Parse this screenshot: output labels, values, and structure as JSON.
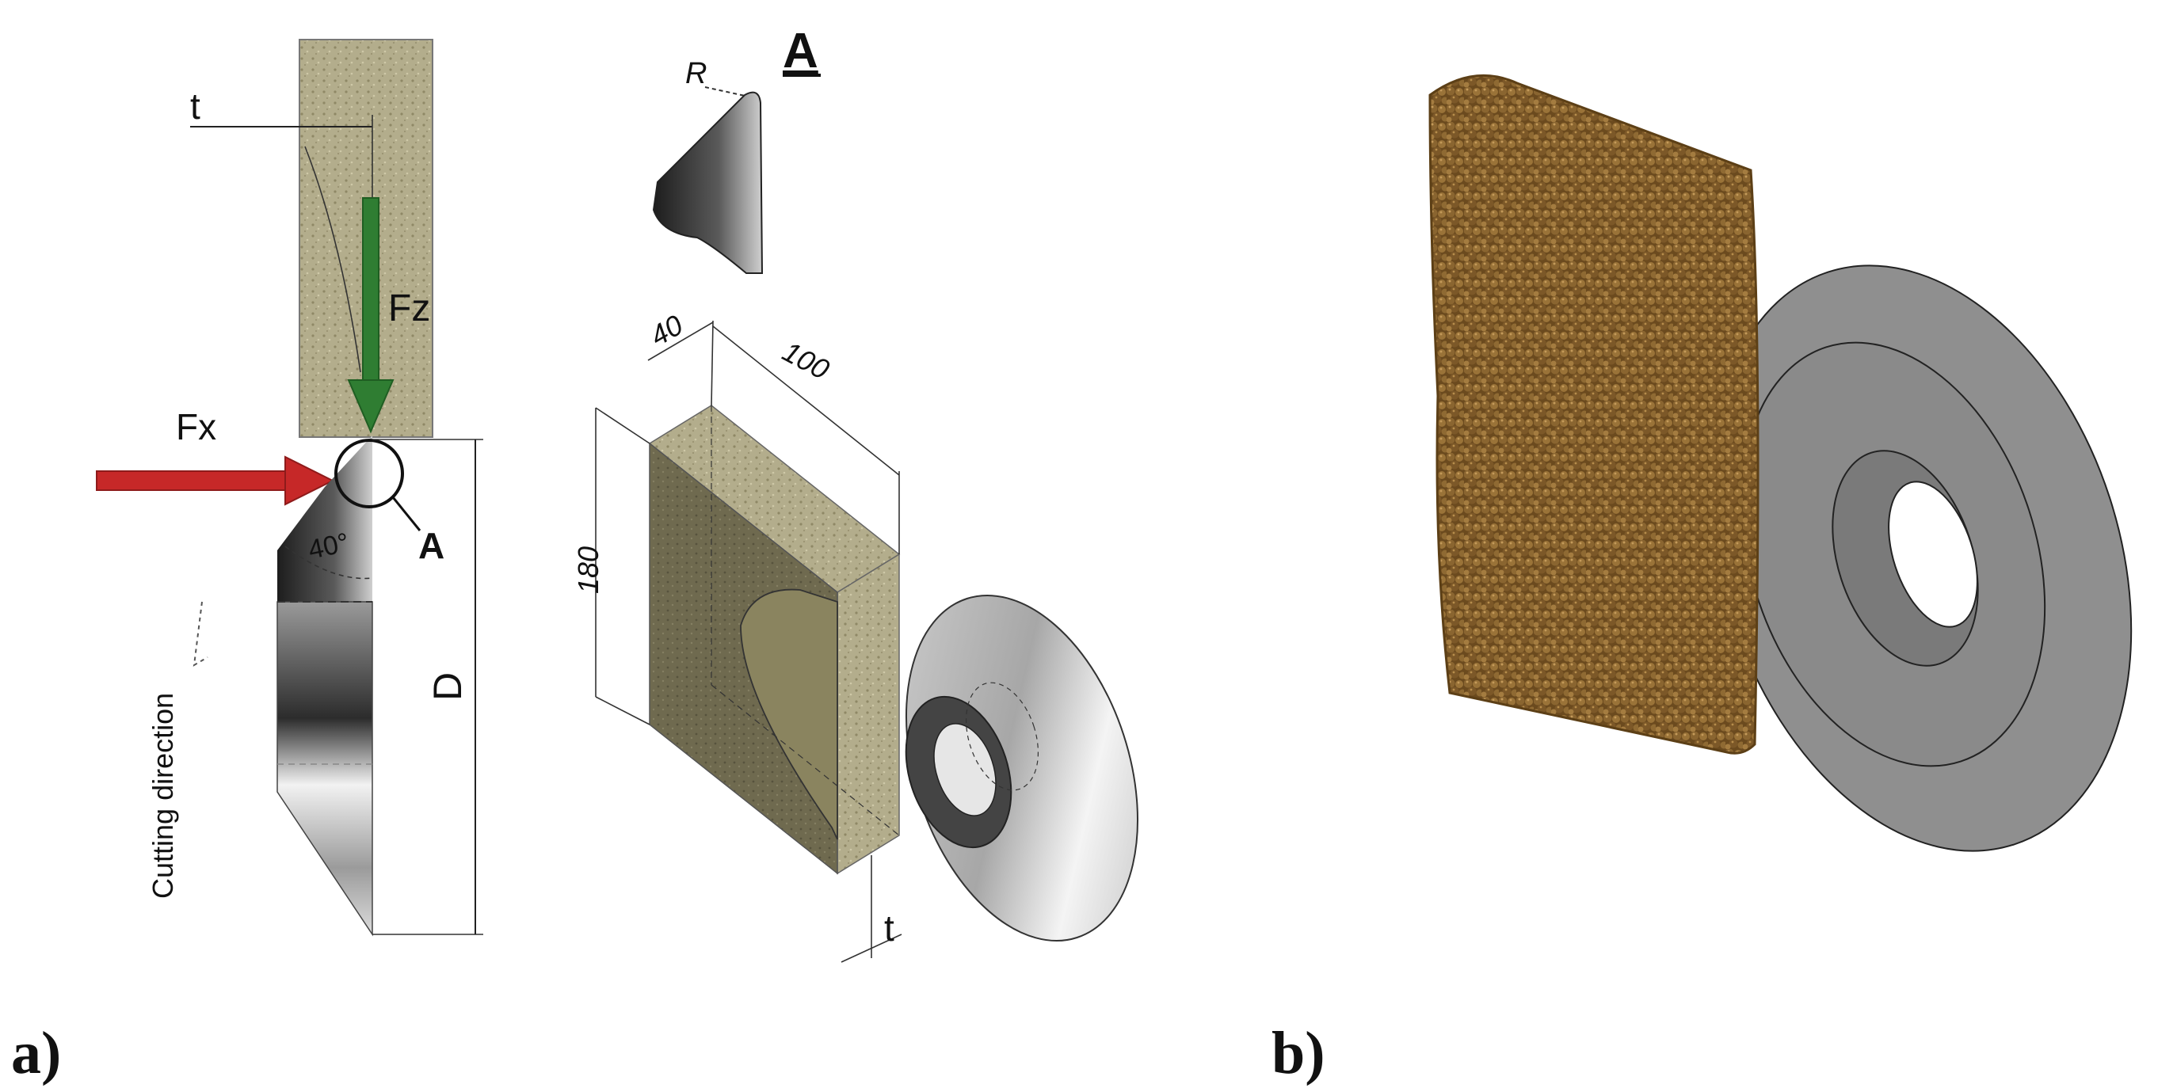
{
  "panel_a": {
    "letter": "a)",
    "labels": {
      "t_top": "t",
      "fz": "Fz",
      "fx": "Fx",
      "circle_a": "A",
      "angle": "40°",
      "cutting_direction": "Cutting direction",
      "diameter": "D",
      "detail_title": "A",
      "radius": "R",
      "dim_40": "40",
      "dim_100": "100",
      "dim_180": "180",
      "t_bottom": "t"
    },
    "colors": {
      "soil": "#b3ad8c",
      "soil_dark": "#7d7659",
      "force_fz": "#2f7d32",
      "force_fx": "#c62828",
      "steel_dark": "#2b2b2b",
      "steel_light": "#e6e6e6"
    }
  },
  "panel_b": {
    "letter": "b)",
    "colors": {
      "particles": "#7a5a2a",
      "particles_highlight": "#a07a3c",
      "disc": "#8f8f8f",
      "disc_light": "#b5b5b5"
    }
  }
}
